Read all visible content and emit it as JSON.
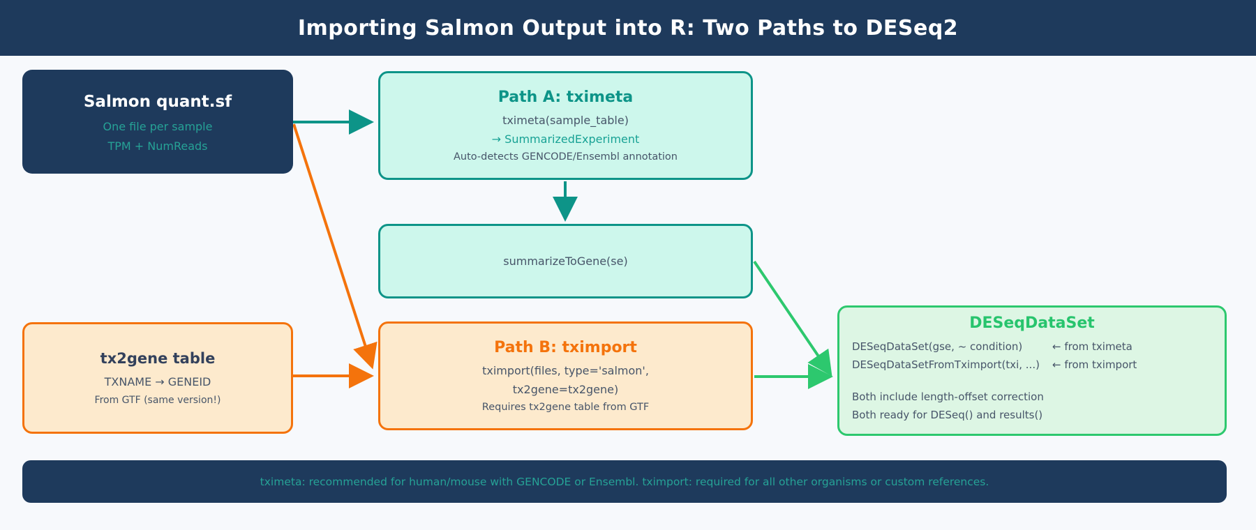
{
  "header": {
    "title": "Importing Salmon Output into R: Two Paths to DESeq2"
  },
  "boxes": {
    "salmon": {
      "title": "Salmon quant.sf",
      "lines": [
        "One file per sample",
        "TPM + NumReads"
      ]
    },
    "path_a": {
      "title": "Path A: tximeta",
      "code": "tximeta(sample_table)",
      "result": "→ SummarizedExperiment",
      "note": "Auto-detects GENCODE/Ensembl annotation"
    },
    "summarize": {
      "code": "summarizeToGene(se)"
    },
    "tx2gene": {
      "title": "tx2gene table",
      "mapping": "TXNAME → GENEID",
      "note": "From GTF (same version!)"
    },
    "path_b": {
      "title": "Path B: tximport",
      "code_line1": "tximport(files, type='salmon',",
      "code_line2": "tx2gene=tx2gene)",
      "note": "Requires tx2gene table from GTF"
    },
    "deseq": {
      "title": "DESeqDataSet",
      "rows": [
        {
          "code": "DESeqDataSet(gse, ~ condition)",
          "note": "← from tximeta"
        },
        {
          "code": "DESeqDataSetFromTximport(txi, ...)",
          "note": "← from tximport"
        }
      ],
      "line3": "Both include length-offset correction",
      "line4": "Both ready for DESeq() and results()"
    }
  },
  "footer": {
    "note": "tximeta: recommended for human/mouse with GENCODE or Ensembl. tximport: required for all other organisms or custom references."
  },
  "colors": {
    "navy": "#1e3a5c",
    "teal": "#0d9488",
    "teal_text": "#26a296",
    "mint_fill": "#cdf7ec",
    "orange": "#f4730c",
    "peach_fill": "#fdeacd",
    "green": "#2dc86e",
    "light_green_fill": "#ddf6e4",
    "body_text": "#475569",
    "background": "#f7f9fc"
  }
}
